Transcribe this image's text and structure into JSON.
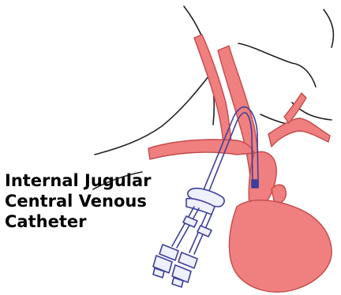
{
  "caption": {
    "line1": "Internal Jugular",
    "line2": "Central Venous",
    "line3": "Catheter"
  },
  "colors": {
    "vessel_fill": "#f07f7f",
    "vessel_stroke": "#c24a4a",
    "catheter_fill": "#eef0fb",
    "catheter_stroke": "#3d3f9c",
    "outline": "#222222"
  }
}
